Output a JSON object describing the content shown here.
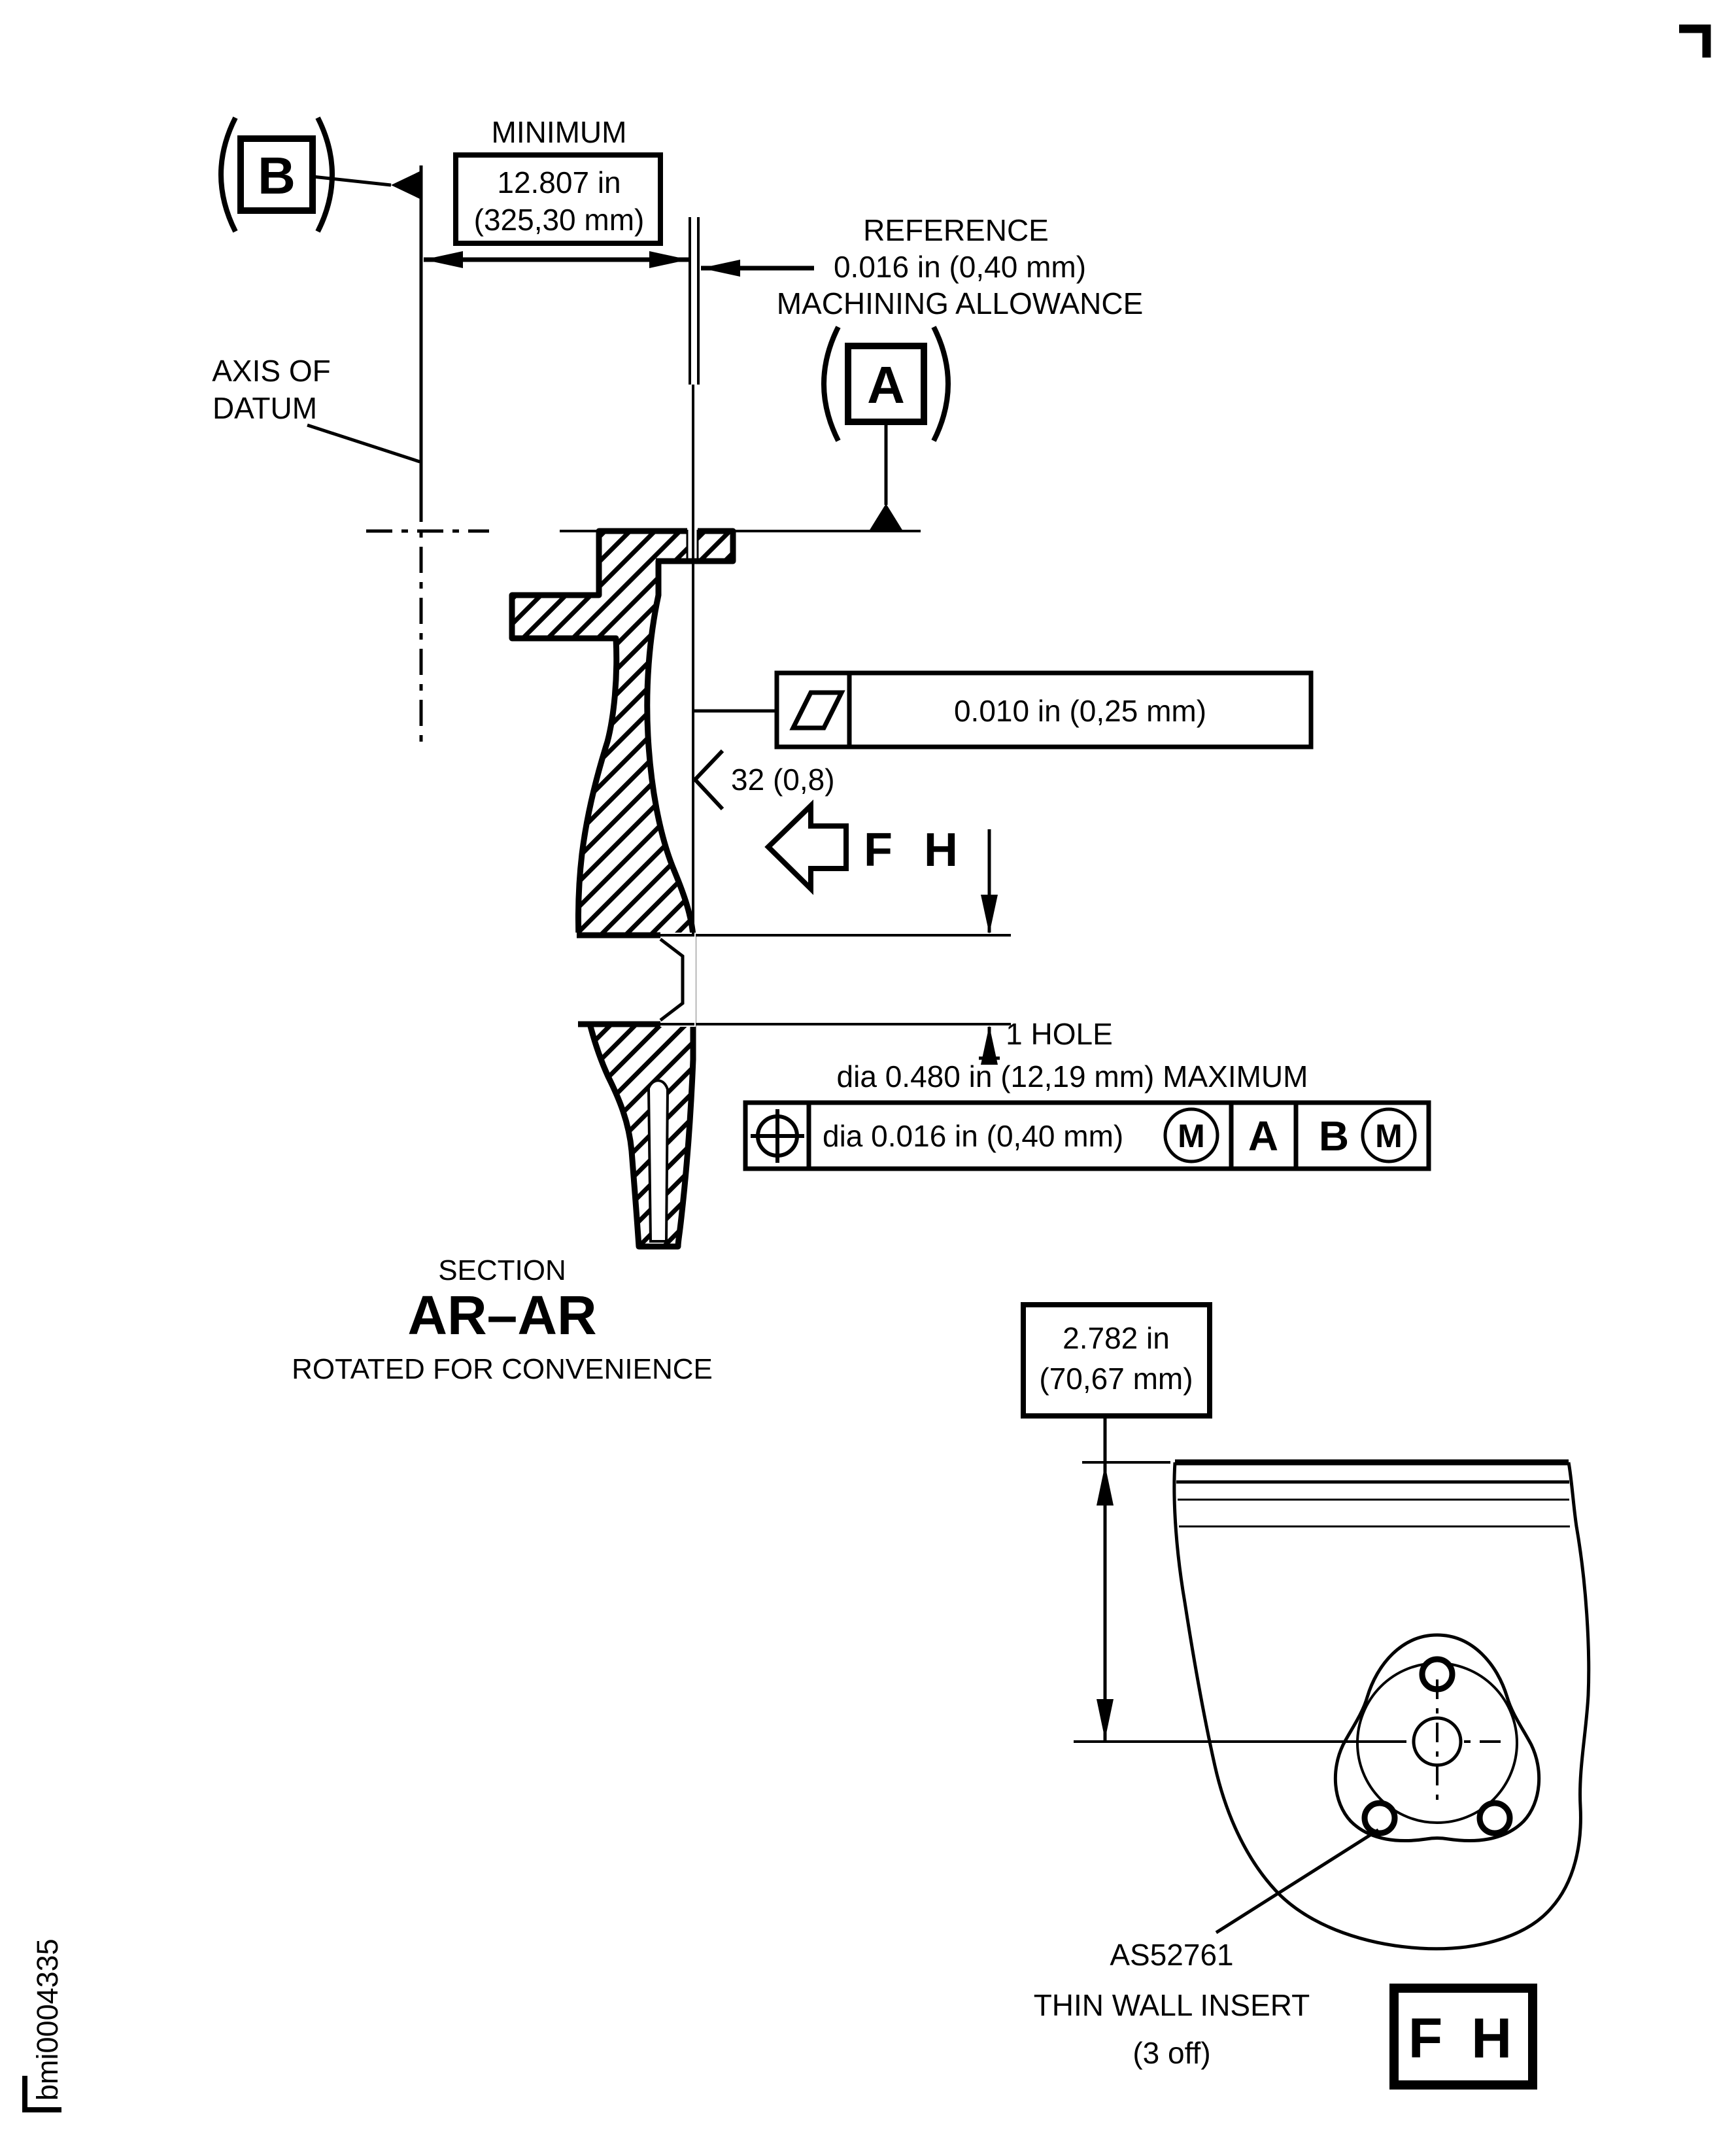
{
  "page": {
    "background": "#ffffff",
    "ink": "#000000"
  },
  "labels": {
    "minimum": "MINIMUM",
    "min_dim": {
      "inches": "12.807 in",
      "mm": "(325,30 mm)"
    },
    "reference": {
      "l1": "REFERENCE",
      "l2": "0.016 in (0,40 mm)",
      "l3": "MACHINING ALLOWANCE"
    },
    "axis": {
      "l1": "AXIS OF",
      "l2": "DATUM"
    },
    "datum_a": "A",
    "datum_b": "B",
    "flatness_value": "0.010 in (0,25 mm)",
    "surface_finish": "32 (0,8)",
    "view_direction": "F H",
    "hole_note": {
      "l1": "1 HOLE",
      "l2": "dia 0.480 in (12,19 mm) MAXIMUM"
    },
    "position_tolerance": {
      "value": "dia 0.016 in (0,40 mm)",
      "modifier1": "M",
      "datum1": "A",
      "datum2": "B",
      "modifier2": "M"
    },
    "section": {
      "label": "SECTION",
      "name": "AR–AR",
      "note": "ROTATED FOR CONVENIENCE"
    },
    "offset_dim": {
      "inches": "2.782 in",
      "mm": "(70,67 mm)"
    },
    "insert_note": {
      "l1": "AS52761",
      "l2": "THIN WALL INSERT",
      "l3": "(3 off)"
    },
    "view_label": "F H",
    "figure_id": "bmi0004335"
  }
}
